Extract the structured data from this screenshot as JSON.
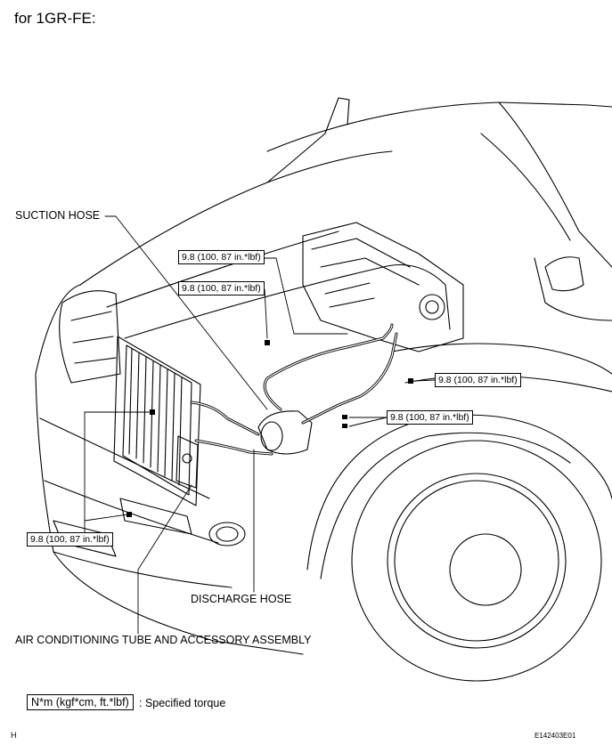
{
  "title": "for 1GR-FE:",
  "labels": {
    "suction_hose": "SUCTION HOSE",
    "discharge_hose": "DISCHARGE HOSE",
    "ac_tube_assembly": "AIR CONDITIONING TUBE AND ACCESSORY ASSEMBLY"
  },
  "torque_labels": [
    "9.8 (100, 87 in.*lbf)",
    "9.8 (100, 87 in.*lbf)",
    "9.8 (100, 87 in.*lbf)",
    "9.8 (100, 87 in.*lbf)",
    "9.8 (100, 87 in.*lbf)"
  ],
  "legend": {
    "unit_box": "N*m (kgf*cm, ft.*lbf)",
    "description": ": Specified torque"
  },
  "corner_code": "H",
  "figure_code": "E142403E01"
}
